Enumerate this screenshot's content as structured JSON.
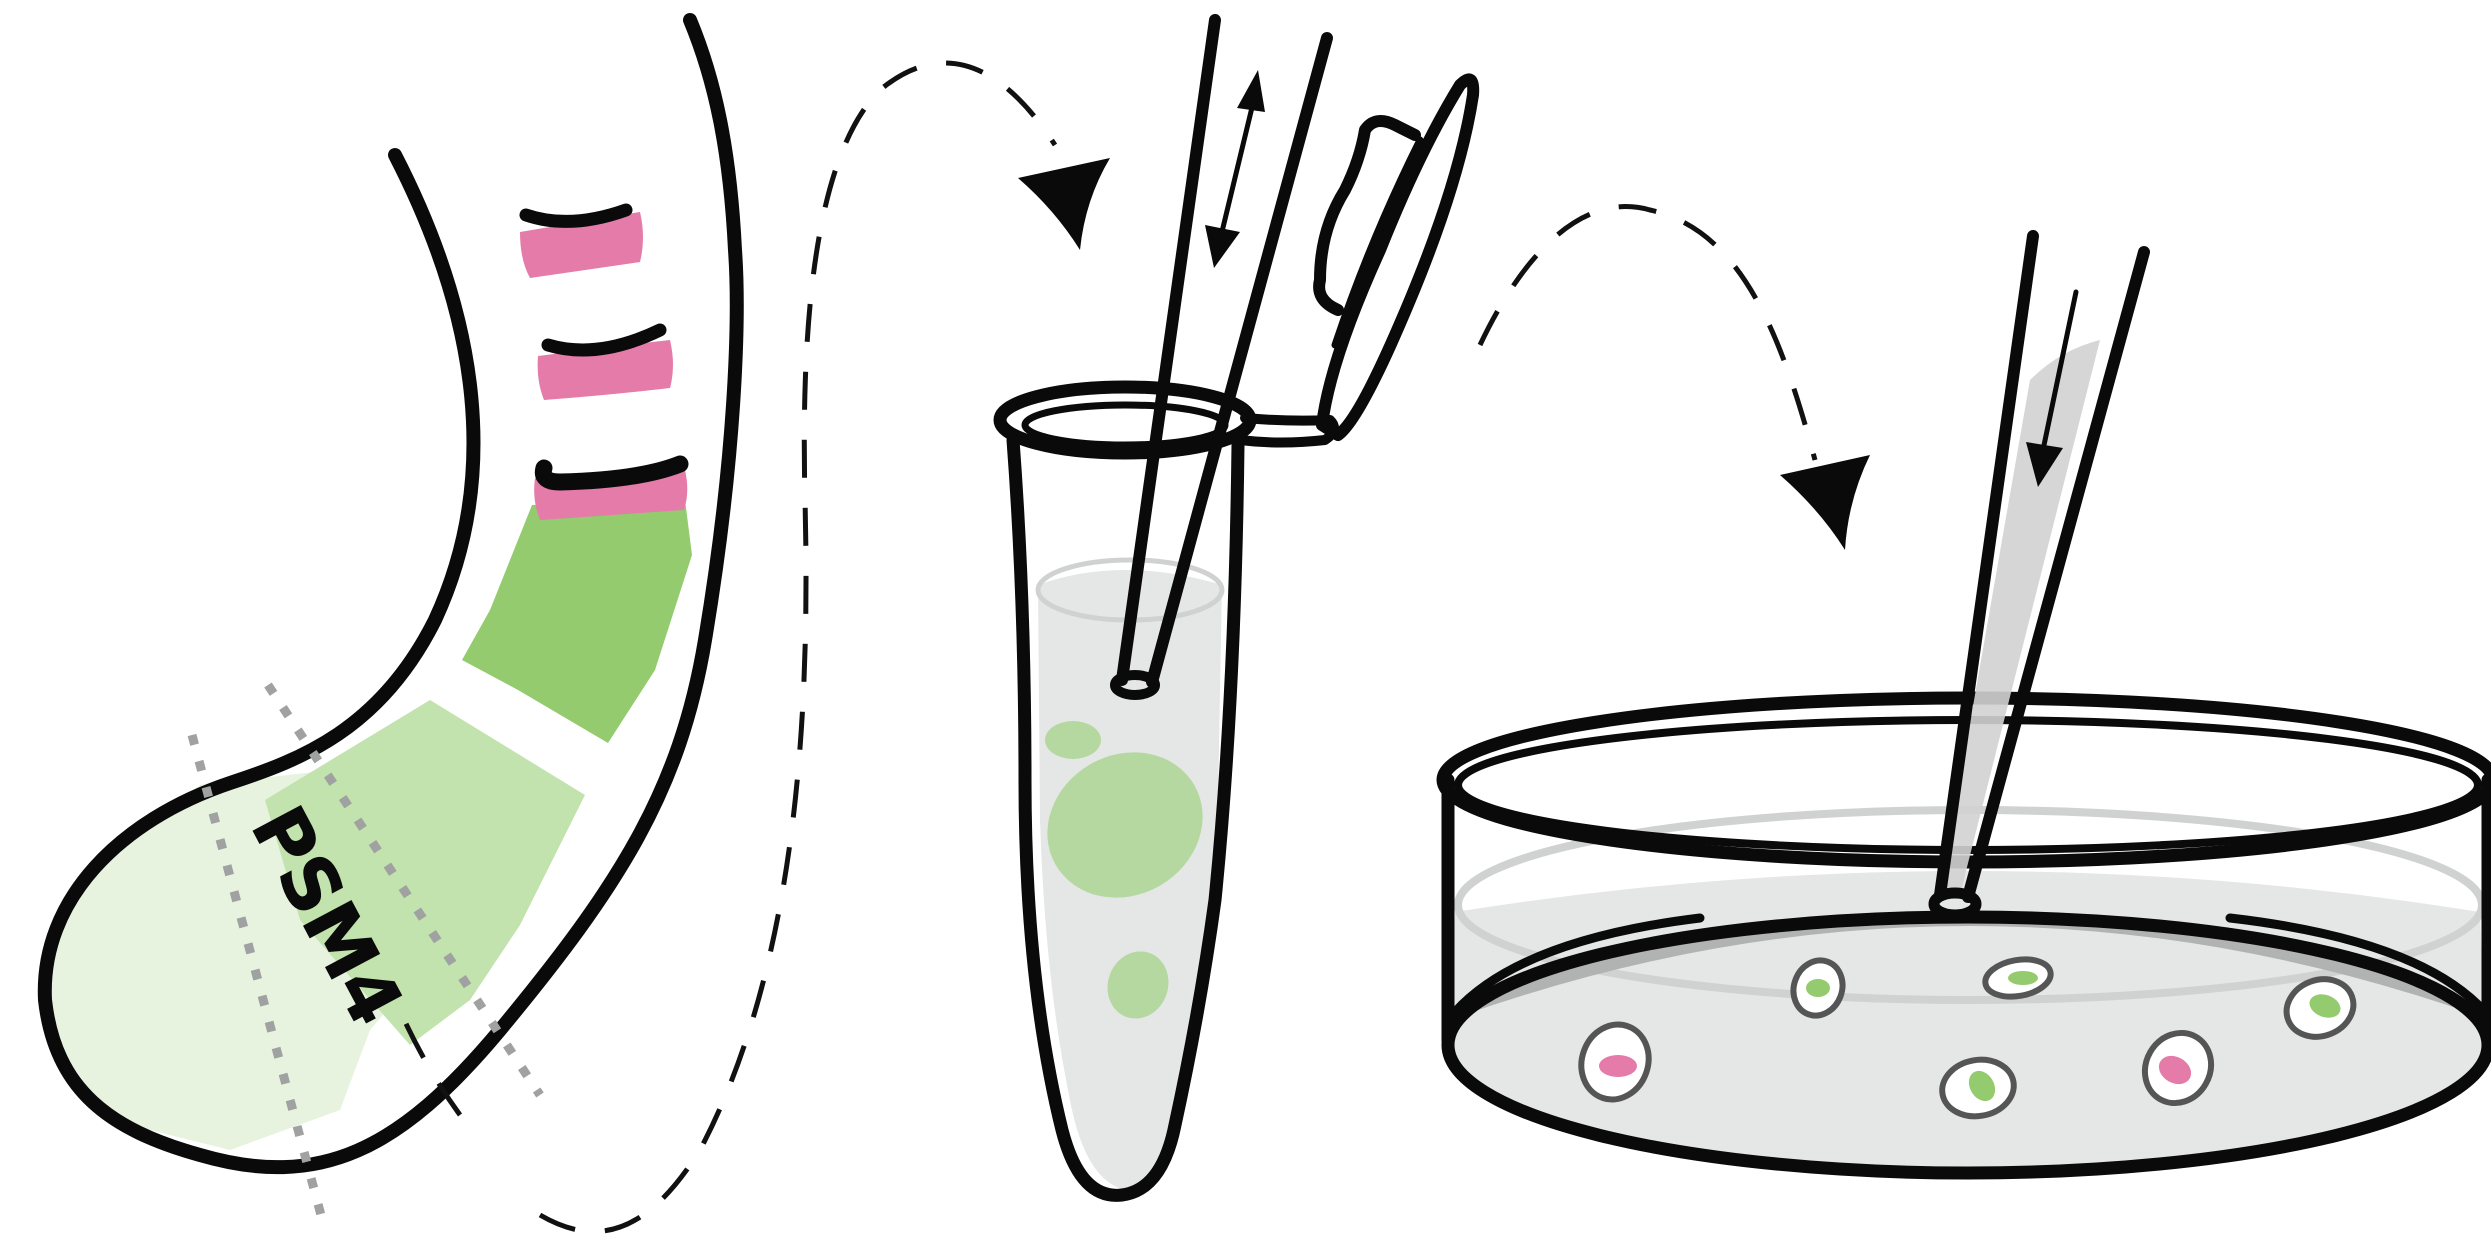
{
  "diagram": {
    "label_psm": "PSM4",
    "colors": {
      "outline": "#0a0a0a",
      "green_dark": "#93cb6e",
      "green_mid": "#c2e3ad",
      "green_light": "#e8f3df",
      "pink": "#e47ba9",
      "liquid": "#e5e7e6",
      "liquid_edge": "#cfd2d1",
      "dotted": "#a0a2a2",
      "cell_outline": "#555555",
      "cell_green": "#93cb6e",
      "cell_pink": "#e47ba9",
      "tube_blob": "#b4d8a0"
    },
    "steps": [
      "embryo-dissection",
      "dissociation-tube",
      "culture-dish"
    ]
  }
}
